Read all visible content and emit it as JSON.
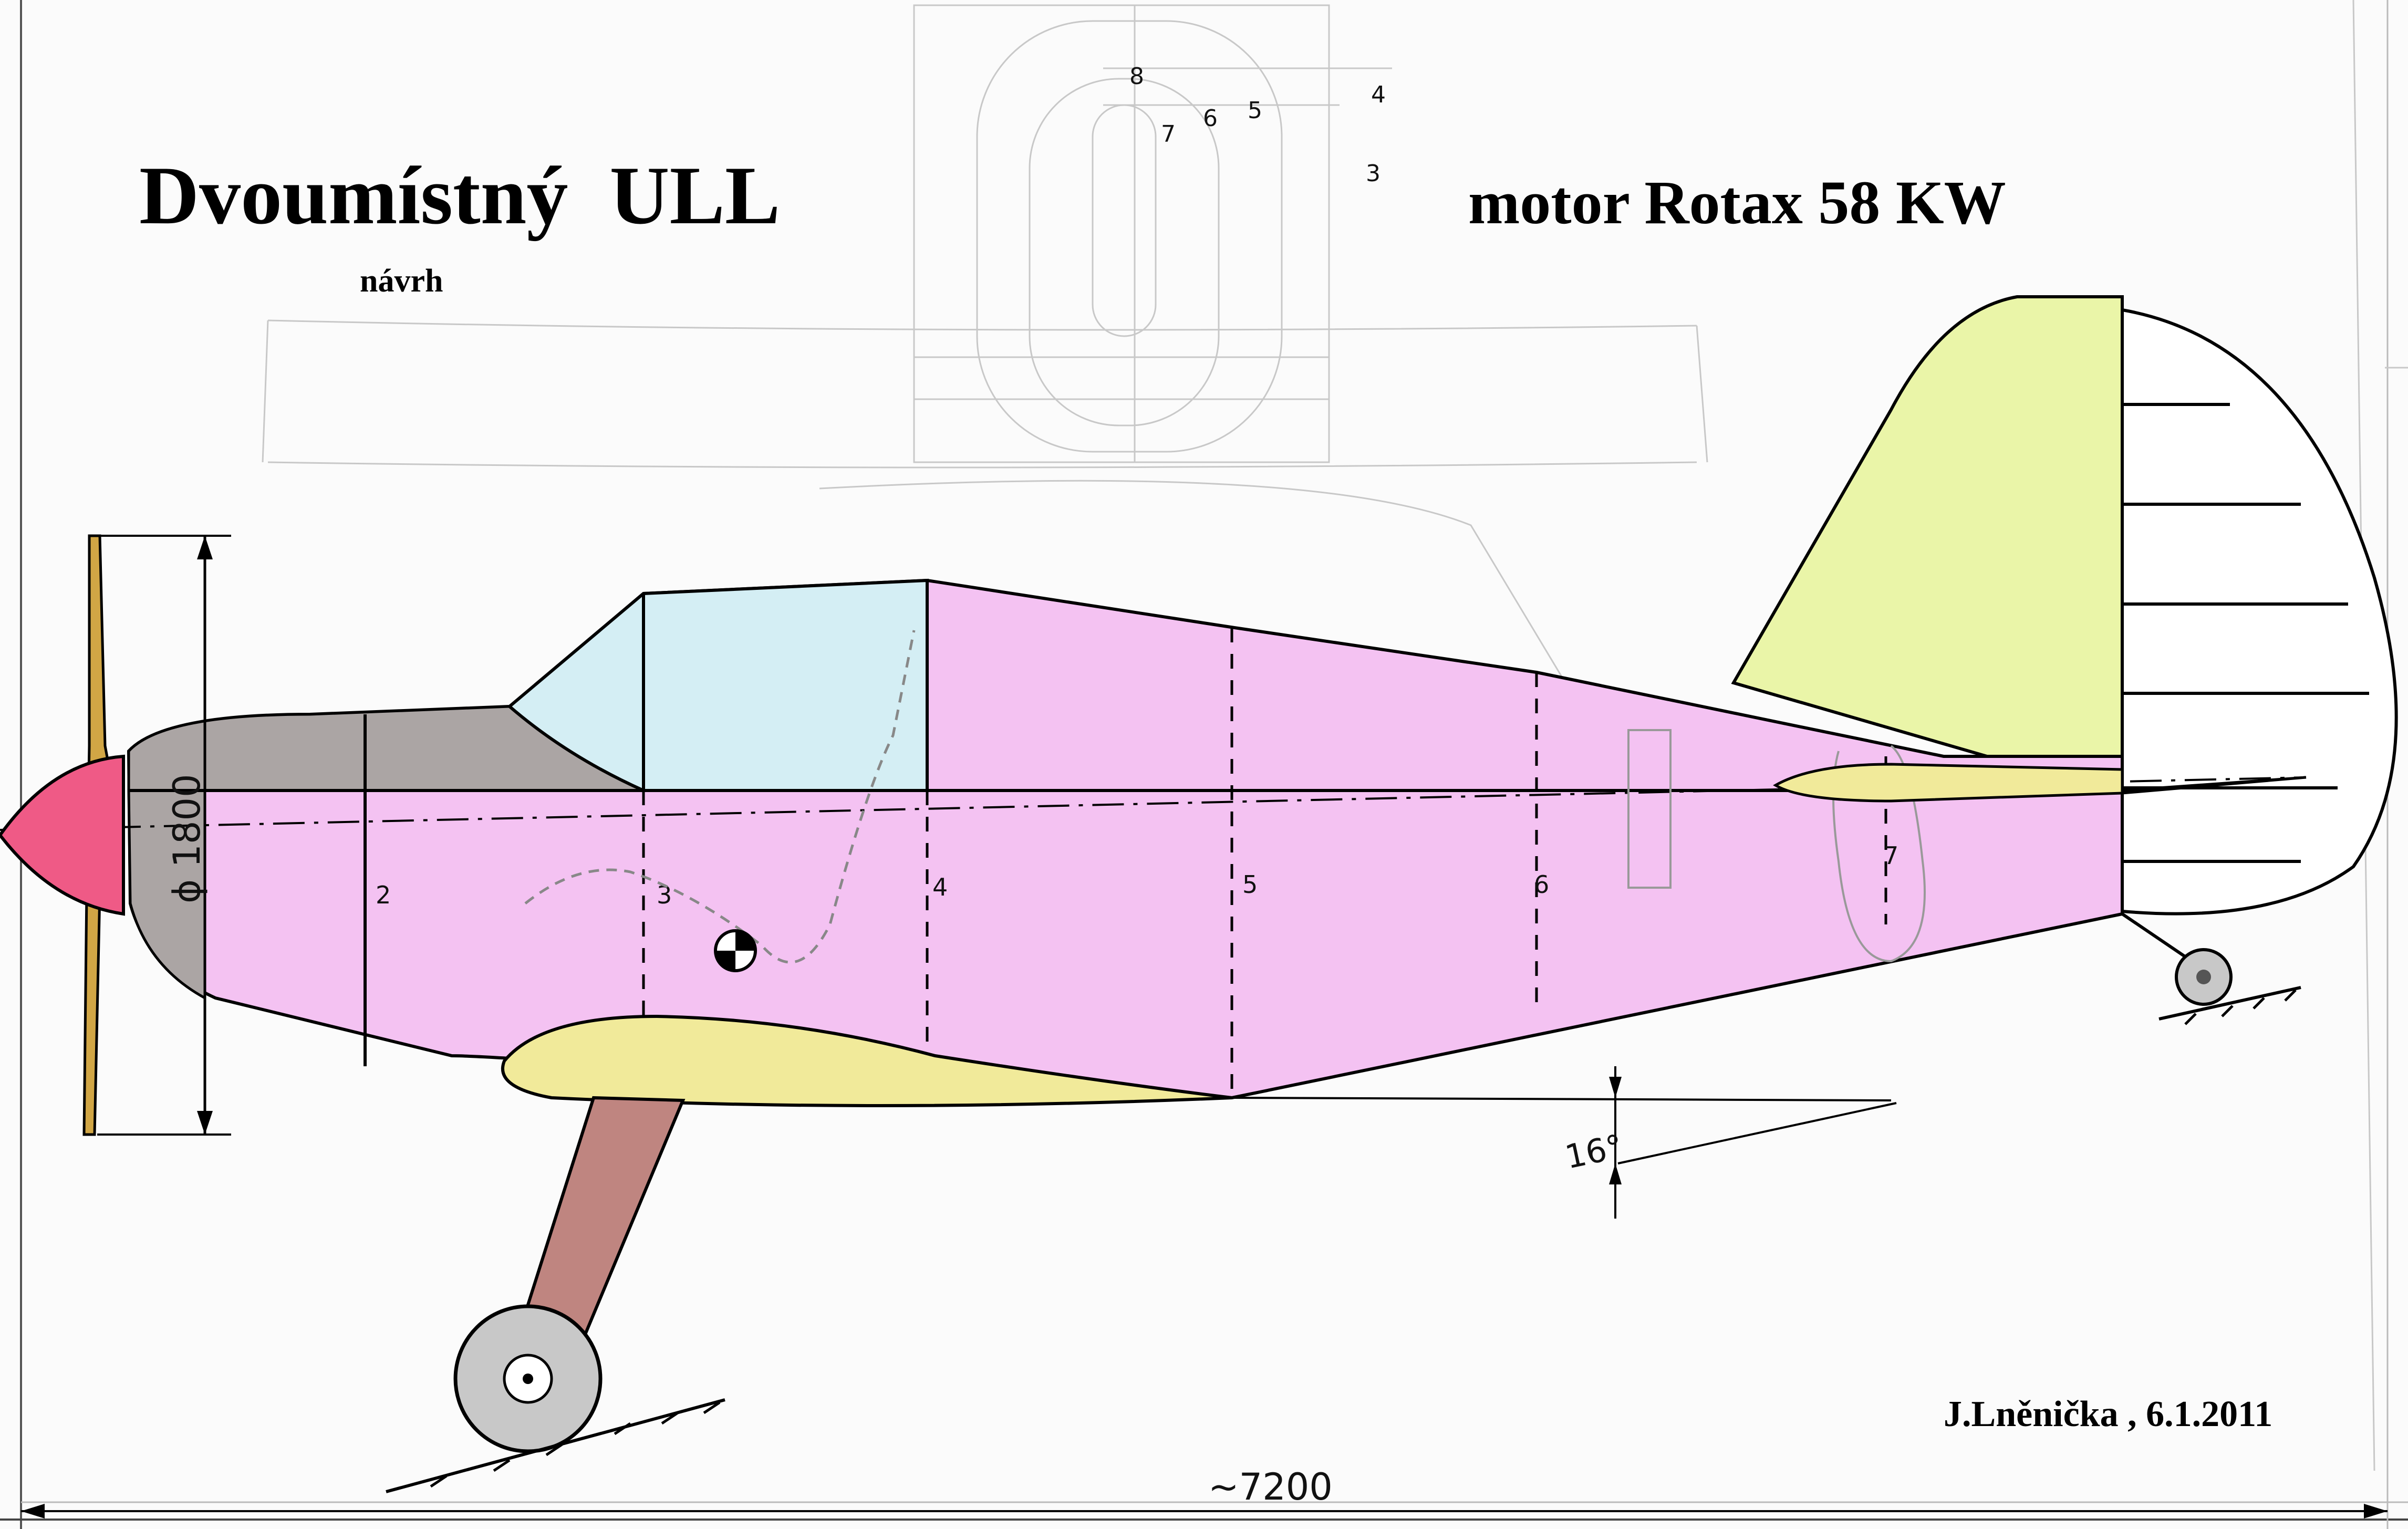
{
  "title": "Dvoumístný  ULL",
  "subtitle": "návrh",
  "engine_label": "motor Rotax 58 KW",
  "author_date": "J.Lněnička , 6.1.2011",
  "dimensions": {
    "length_label": "~7200",
    "propeller_diameter_label": "ϕ 1800",
    "angle_label": "16°"
  },
  "section_numbers": [
    "2",
    "3",
    "4",
    "5",
    "6",
    "7"
  ],
  "detail_numbers": [
    "8",
    "7",
    "6",
    "5",
    "4",
    "3"
  ],
  "colors": {
    "fuselage": "#f4c2f2",
    "cowling": "#aba5a4",
    "canopy": "#d4eef4",
    "spinner": "#ef5a86",
    "propeller": "#d1a645",
    "wing": "#f1ea9a",
    "fin": "#eaf5a8",
    "landing_gear_strut": "#bf8580",
    "wheel": "#c8c8c8"
  }
}
